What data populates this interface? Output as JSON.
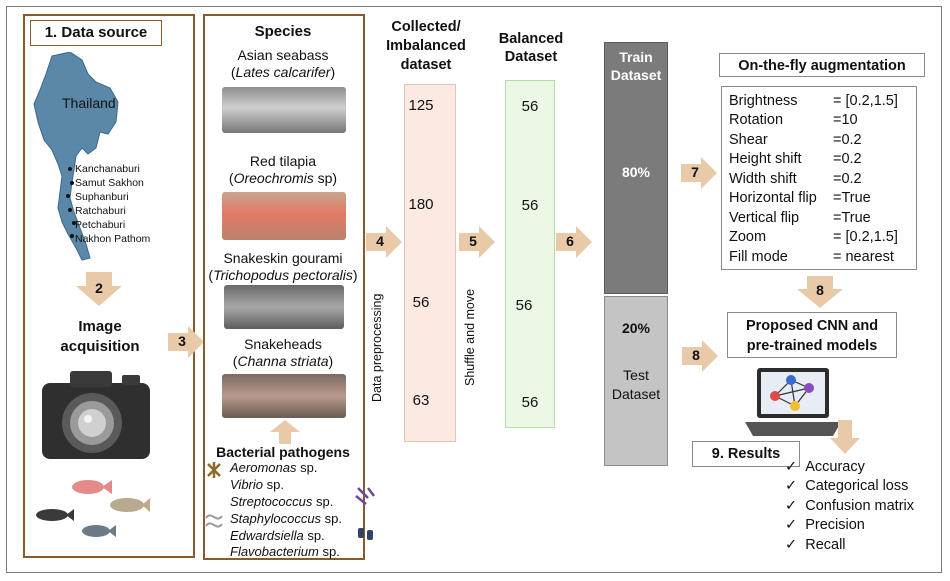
{
  "data_source": {
    "title": "1. Data source",
    "country": "Thailand",
    "provinces": [
      "Kanchanaburi",
      "Samut Sakhon",
      "Suphanburi",
      "Ratchaburi",
      "Petchaburi",
      "Nakhon Pathom"
    ]
  },
  "image_acquisition": {
    "line1": "Image",
    "line2": "acquisition"
  },
  "species": {
    "title": "Species",
    "items": [
      {
        "common": "Asian seabass",
        "scientific": "Lates calcarifer",
        "suffix": ""
      },
      {
        "common": "Red tilapia",
        "scientific": "Oreochromis",
        "suffix": " sp)"
      },
      {
        "common": "Snakeskin gourami",
        "scientific": "Trichopodus pectoralis",
        "suffix": ""
      },
      {
        "common": "Snakeheads",
        "scientific": "Channa striata",
        "suffix": ""
      }
    ],
    "pathogens_title": "Bacterial pathogens",
    "pathogens": [
      {
        "name": "Aeromonas",
        "suffix": " sp."
      },
      {
        "name": "Vibrio",
        "suffix": " sp."
      },
      {
        "name": "Streptococcus",
        "suffix": " sp."
      },
      {
        "name": "Staphylococcus",
        "suffix": " sp."
      },
      {
        "name": "Edwardsiella",
        "suffix": " sp."
      },
      {
        "name": "Flavobacterium",
        "suffix": " sp."
      }
    ]
  },
  "steps": [
    "2",
    "3",
    "4",
    "5",
    "6",
    "7",
    "8",
    "8"
  ],
  "collected": {
    "title_l1": "Collected/",
    "title_l2": "Imbalanced",
    "title_l3": "dataset",
    "values": [
      "125",
      "180",
      "56",
      "63"
    ]
  },
  "preprocessing_label": "Data preprocessing",
  "balanced": {
    "title_l1": "Balanced",
    "title_l2": "Dataset",
    "values": [
      "56",
      "56",
      "56",
      "56"
    ]
  },
  "shuffle_label": "Shuffle and move",
  "split": {
    "train_l1": "Train",
    "train_l2": "Dataset",
    "train_pct": "80%",
    "test_pct": "20%",
    "test_l1": "Test",
    "test_l2": "Dataset"
  },
  "augmentation": {
    "title": "On-the-fly augmentation",
    "rows": [
      {
        "k": "Brightness",
        "v": "= [0.2,1.5]"
      },
      {
        "k": "Rotation",
        "v": "=10"
      },
      {
        "k": "Shear",
        "v": "=0.2"
      },
      {
        "k": "Height shift",
        "v": "=0.2"
      },
      {
        "k": "Width shift",
        "v": "=0.2"
      },
      {
        "k": "Horizontal flip",
        "v": "=True"
      },
      {
        "k": "Vertical flip",
        "v": "=True"
      },
      {
        "k": "Zoom",
        "v": "= [0.2,1.5]"
      },
      {
        "k": "Fill mode",
        "v": "= nearest"
      }
    ]
  },
  "model": {
    "line1": "Proposed CNN and",
    "line2": "pre-trained models"
  },
  "results": {
    "title": "9. Results",
    "check": "✓",
    "items": [
      "Accuracy",
      "Categorical loss",
      "Confusion matrix",
      "Precision",
      "Recall"
    ]
  },
  "colors": {
    "border": "#8b5a2b",
    "arrow": "#e8c9a8",
    "map": "#5b88a8",
    "collected": "#fbe9e2",
    "balanced": "#ecf8e6",
    "train": "#7b7b7b",
    "test": "#c4c4c4"
  }
}
